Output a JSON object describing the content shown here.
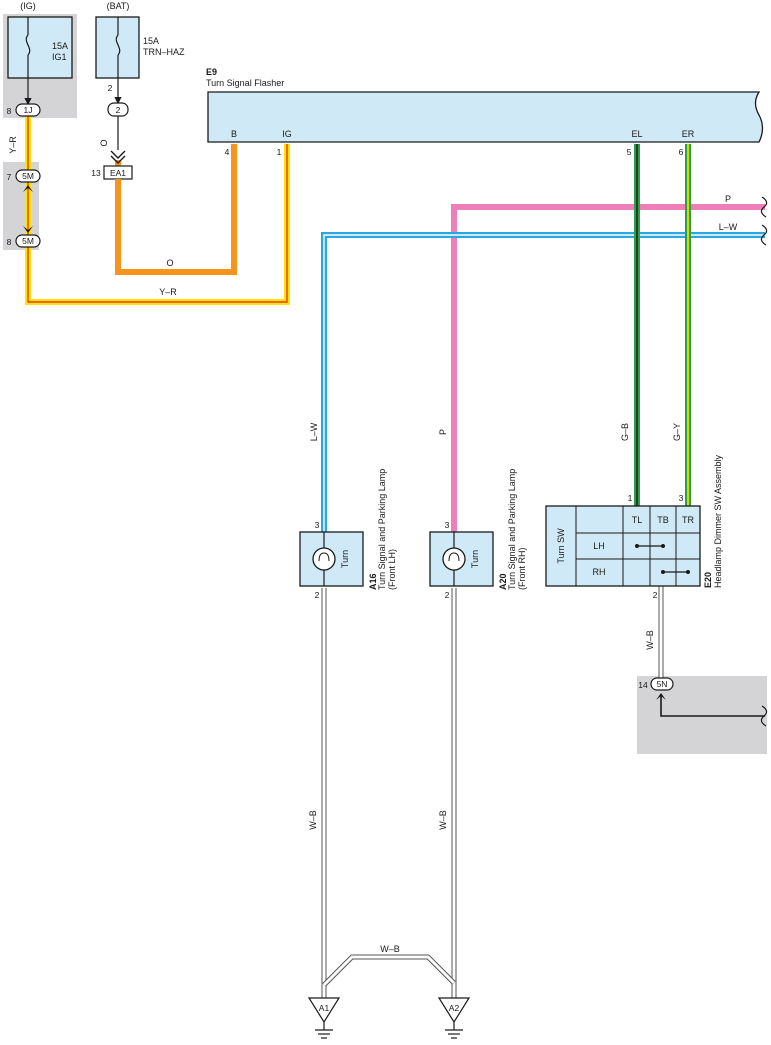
{
  "colors": {
    "panel_gray": "#d4d4d6",
    "component_fill": "#cfeaf6",
    "wire_orange": "#f7941d",
    "wire_yellow": "#ffe600",
    "wire_red": "#e03c2c",
    "wire_blue": "#2aa7e0",
    "wire_pink": "#ef7fb8",
    "wire_green": "#2e9e48",
    "wire_black": "#1a1a1a"
  },
  "fuses": {
    "ig": {
      "header": "(IG)",
      "rating": "15A",
      "name": "IG1"
    },
    "bat": {
      "header": "(BAT)",
      "rating": "15A",
      "name": "TRN–HAZ"
    }
  },
  "connectors": {
    "c1j": {
      "label": "1J",
      "pin": "8"
    },
    "bat_pin_top": "2",
    "bat_conn": {
      "label": "2"
    },
    "ea1": {
      "label": "EA1",
      "pin": "13"
    },
    "c5m_top": {
      "label": "5M",
      "pin": "7"
    },
    "c5m_bot": {
      "label": "5M",
      "pin": "8"
    },
    "c5n": {
      "label": "5N",
      "pin": "14"
    }
  },
  "flasher": {
    "code": "E9",
    "name": "Turn Signal Flasher",
    "terminals": {
      "b": "B",
      "ig": "IG",
      "el": "EL",
      "er": "ER"
    },
    "pins": {
      "b": "4",
      "ig": "1",
      "el": "5",
      "er": "6"
    }
  },
  "wire_labels": {
    "yr_vertical": "Y–R",
    "yr_bottom": "Y–R",
    "o_vertical": "O",
    "o_bottom": "O",
    "p_right": "P",
    "lw_right": "L–W",
    "lw_vertical": "L–W",
    "p_vertical": "P",
    "gb_vertical": "G–B",
    "gy_vertical": "G–Y",
    "wb_a16": "W–B",
    "wb_a20": "W–B",
    "wb_e20": "W–B",
    "wb_bottom": "W–B"
  },
  "lamps": {
    "a16": {
      "code": "A16",
      "line1": "Turn Signal and Parking Lamp",
      "line2": "(Front LH)",
      "bulb_label": "Turn",
      "pin_top": "3",
      "pin_bottom": "2"
    },
    "a20": {
      "code": "A20",
      "line1": "Turn Signal and Parking Lamp",
      "line2": "(Front RH)",
      "bulb_label": "Turn",
      "pin_top": "3",
      "pin_bottom": "2"
    }
  },
  "switch": {
    "code": "E20",
    "name": "Headlamp Dimmer SW Assembly",
    "side_label": "Turn SW",
    "columns": [
      "TL",
      "TB",
      "TR"
    ],
    "rows": [
      "LH",
      "RH"
    ],
    "pin_tl": "1",
    "pin_tr": "3",
    "pin_bottom": "2"
  },
  "grounds": {
    "a1": "A1",
    "a2": "A2"
  }
}
